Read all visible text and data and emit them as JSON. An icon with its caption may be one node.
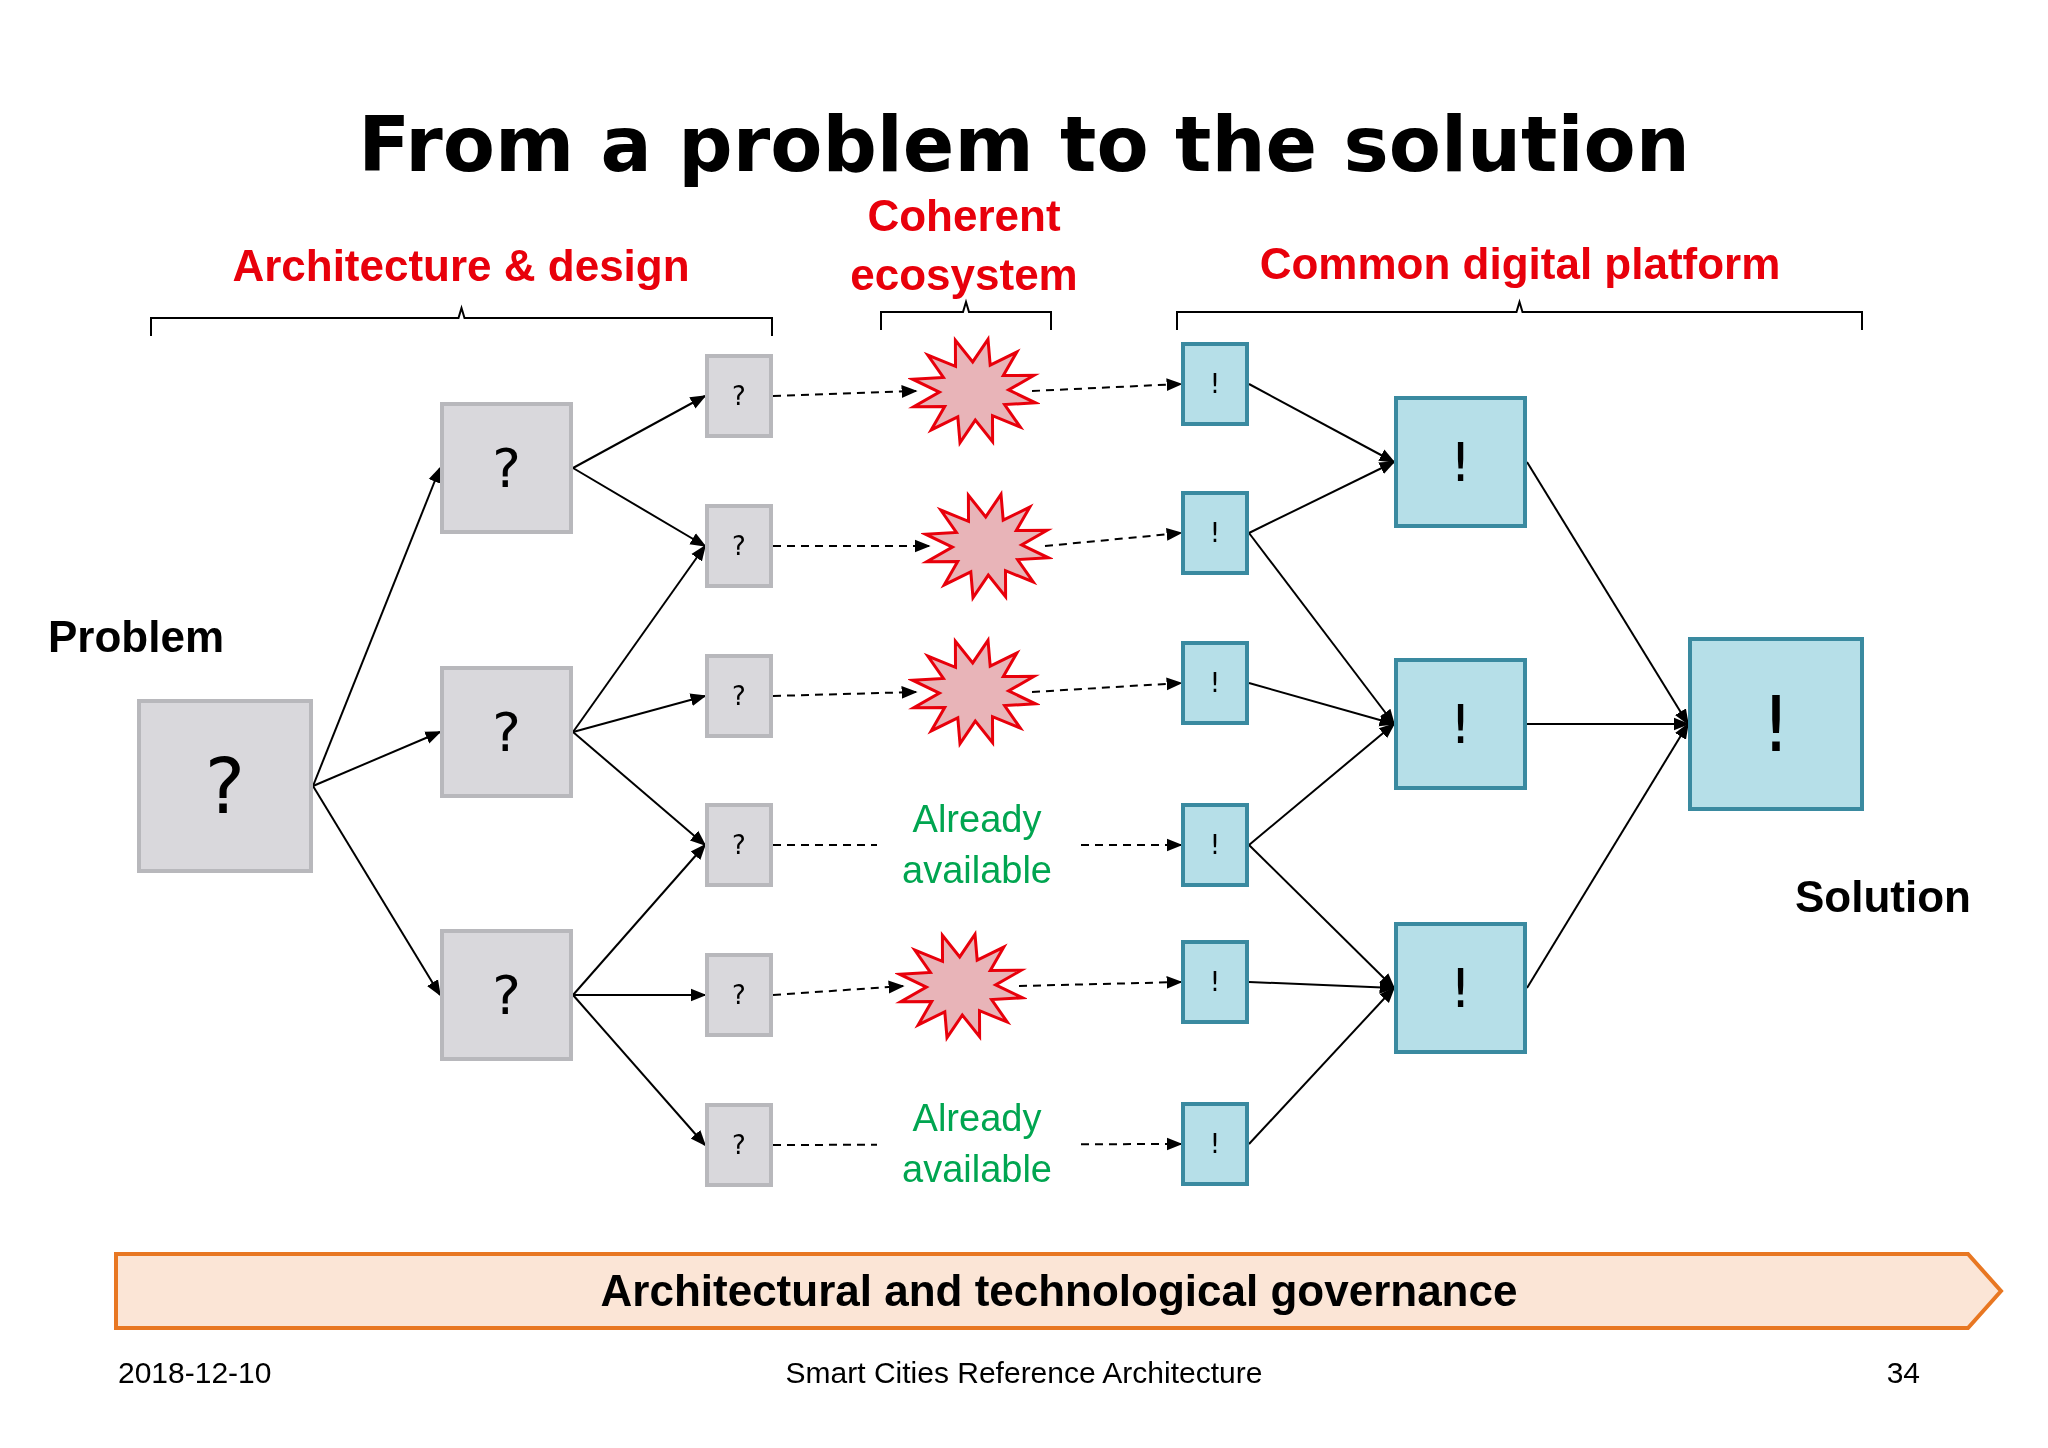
{
  "diagram": {
    "title": "From a problem to the solution",
    "nodes": [
      {
        "text": [
          "?"
        ],
        "beside": [
          "Problem"
        ]
      },
      {
        "text": [
          "?"
        ]
      },
      {
        "text": [
          "?"
        ]
      },
      {
        "text": [
          "?"
        ]
      },
      {
        "text": [
          "?"
        ]
      },
      {
        "text": [
          "?"
        ]
      },
      {
        "text": [
          "?"
        ]
      },
      {
        "text": [
          "?"
        ]
      },
      {
        "text": [
          "?"
        ]
      },
      {
        "text": [
          "?"
        ]
      },
      {
        "text": [],
        "shape": "star"
      },
      {
        "text": [],
        "shape": "star"
      },
      {
        "text": [],
        "shape": "star"
      },
      {
        "text": [],
        "shape": "star"
      },
      {
        "text": [
          "!"
        ]
      },
      {
        "text": [
          "!"
        ]
      },
      {
        "text": [
          "!"
        ]
      },
      {
        "text": [
          "!"
        ]
      },
      {
        "text": [
          "!"
        ]
      },
      {
        "text": [
          "!"
        ]
      },
      {
        "text": [
          "!"
        ]
      },
      {
        "text": [
          "!"
        ]
      },
      {
        "text": [
          "!"
        ]
      },
      {
        "text": [
          "!"
        ],
        "beside": [
          "Solution"
        ]
      },
      {
        "text": [
          "Architectural and technological governance"
        ]
      }
    ],
    "edges": [
      {
        "from": 0,
        "to": 1,
        "arrow": "to"
      },
      {
        "from": 0,
        "to": 2,
        "arrow": "to"
      },
      {
        "from": 0,
        "to": 3,
        "arrow": "to"
      },
      {
        "from": 1,
        "to": 4,
        "arrow": "to"
      },
      {
        "from": 1,
        "to": 5,
        "arrow": "to"
      },
      {
        "from": 2,
        "to": 5,
        "arrow": "to"
      },
      {
        "from": 2,
        "to": 6,
        "arrow": "to"
      },
      {
        "from": 2,
        "to": 7,
        "arrow": "to"
      },
      {
        "from": 3,
        "to": 7,
        "arrow": "to"
      },
      {
        "from": 3,
        "to": 8,
        "arrow": "to"
      },
      {
        "from": 3,
        "to": 9,
        "arrow": "to"
      },
      {
        "from": 4,
        "to": 10,
        "arrow": "to",
        "style": "dashed"
      },
      {
        "from": 10,
        "to": 14,
        "arrow": "to",
        "style": "dashed"
      },
      {
        "from": 5,
        "to": 11,
        "arrow": "to",
        "style": "dashed"
      },
      {
        "from": 11,
        "to": 15,
        "arrow": "to",
        "style": "dashed"
      },
      {
        "from": 6,
        "to": 12,
        "arrow": "to",
        "style": "dashed"
      },
      {
        "from": 12,
        "to": 16,
        "arrow": "to",
        "style": "dashed"
      },
      {
        "from": 7,
        "to": 17,
        "arrow": "to",
        "style": "dashed",
        "label": "Already available"
      },
      {
        "from": 8,
        "to": 13,
        "arrow": "to",
        "style": "dashed"
      },
      {
        "from": 13,
        "to": 18,
        "arrow": "to",
        "style": "dashed"
      },
      {
        "from": 9,
        "to": 19,
        "arrow": "to",
        "style": "dashed",
        "label": "Already available"
      },
      {
        "from": 14,
        "to": 20,
        "arrow": "to"
      },
      {
        "from": 15,
        "to": 20,
        "arrow": "to"
      },
      {
        "from": 15,
        "to": 21,
        "arrow": "to"
      },
      {
        "from": 16,
        "to": 21,
        "arrow": "to"
      },
      {
        "from": 17,
        "to": 21,
        "arrow": "to"
      },
      {
        "from": 17,
        "to": 22,
        "arrow": "to"
      },
      {
        "from": 18,
        "to": 22,
        "arrow": "to"
      },
      {
        "from": 19,
        "to": 22,
        "arrow": "to"
      },
      {
        "from": 20,
        "to": 23,
        "arrow": "to"
      },
      {
        "from": 21,
        "to": 23,
        "arrow": "to"
      },
      {
        "from": 22,
        "to": 23,
        "arrow": "to"
      }
    ],
    "labels": [
      "Architecture & design",
      "Coherent ecosystem",
      "Common digital platform",
      "2018-12-10",
      "Smart Cities Reference Architecture",
      "34"
    ]
  }
}
